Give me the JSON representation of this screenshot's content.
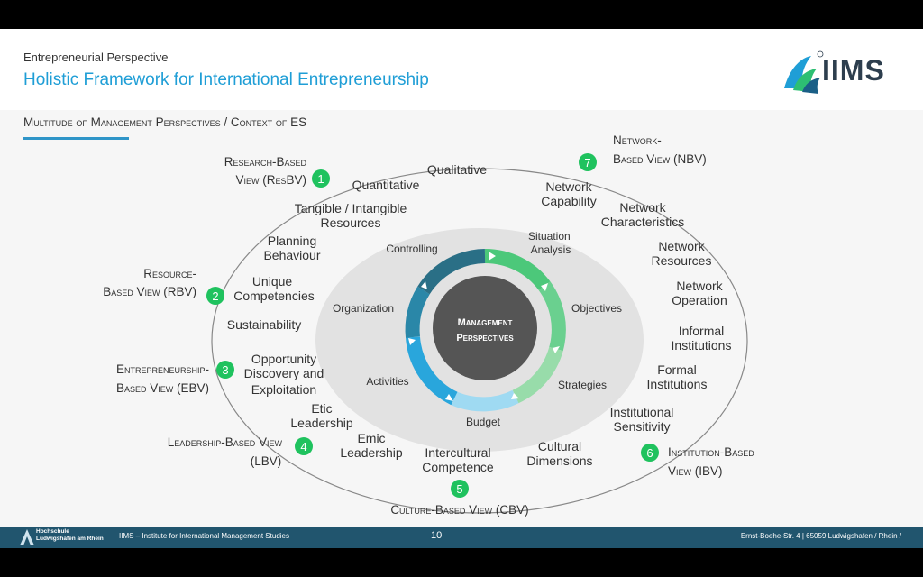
{
  "header": {
    "subtitle": "Entrepreneurial Perspective",
    "title": "Holistic Framework for International Entrepreneurship",
    "logo_text": "IIMS"
  },
  "section": {
    "title": "Multitude of Management Perspectives / Context of ES"
  },
  "diagram": {
    "center": {
      "line1": "Management",
      "line2": "Perspectives"
    },
    "cycle_steps": [
      "Situation Analysis",
      "Objectives",
      "Strategies",
      "Budget",
      "Activities",
      "Organization",
      "Controlling"
    ],
    "views": [
      {
        "number": "1",
        "line1": "Research-Based",
        "line2": "View (ResBV)"
      },
      {
        "number": "2",
        "line1": "Resource-",
        "line2": "Based View (RBV)"
      },
      {
        "number": "3",
        "line1": "Entrepreneurship-",
        "line2": "Based View (EBV)"
      },
      {
        "number": "4",
        "line1": "Leadership-Based View",
        "line2": "(LBV)"
      },
      {
        "number": "5",
        "line1": "Culture-Based View (CBV)",
        "line2": ""
      },
      {
        "number": "6",
        "line1": "Institution-Based",
        "line2": "View (IBV)"
      },
      {
        "number": "7",
        "line1": "Network-",
        "line2": "Based View (NBV)"
      }
    ],
    "factors": [
      "Qualitative",
      "Quantitative",
      "Tangible / Intangible",
      "Resources",
      "Planning",
      "Behaviour",
      "Unique",
      "Competencies",
      "Sustainability",
      "Opportunity",
      "Discovery and",
      "Exploitation",
      "Etic",
      "Leadership",
      "Emic",
      "Leadership",
      "Intercultural",
      "Competence",
      "Cultural",
      "Dimensions",
      "Institutional",
      "Sensitivity",
      "Formal",
      "Institutions",
      "Informal",
      "Institutions",
      "Network",
      "Operation",
      "Network",
      "Resources",
      "Network",
      "Characteristics",
      "Network",
      "Capability"
    ]
  },
  "footer": {
    "university_line1": "Hochschule",
    "university_line2": "Ludwigshafen am Rhein",
    "institute": "IIMS – Institute for International Management Studies",
    "page_number": "10",
    "address": "Ernst-Boehe-Str. 4 | 65059 Ludwigshafen / Rhein /"
  },
  "colors": {
    "title_blue": "#1f9ed6",
    "badge_green": "#1fc25e",
    "footer_bg": "#21556e",
    "center_circle": "#555555",
    "cycle_green": "#4cc87a",
    "cycle_blue": "#29a6dc",
    "cycle_teal": "#2a6f86"
  }
}
